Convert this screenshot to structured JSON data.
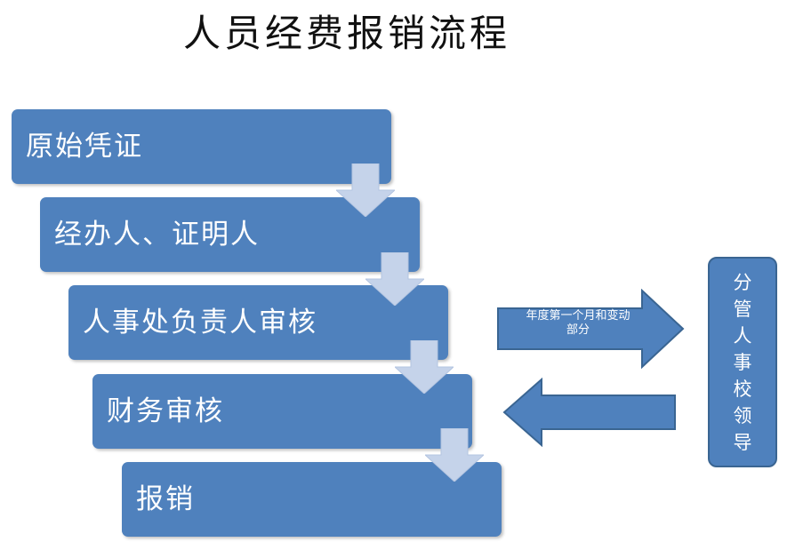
{
  "title": "人员经费报销流程",
  "steps": [
    {
      "label": "原始凭证"
    },
    {
      "label": "经办人、证明人"
    },
    {
      "label": "人事处负责人审核"
    },
    {
      "label": "财务审核"
    },
    {
      "label": "报销"
    }
  ],
  "side_box": {
    "chars": [
      "分",
      "管",
      "人",
      "事",
      "校",
      "领",
      "导"
    ]
  },
  "right_arrow": {
    "label_line1": "年度第一个月和变动",
    "label_line2": "部分"
  },
  "colors": {
    "box_fill": "#4f81bd",
    "box_border": "#3a6592",
    "chevron_fill": "#c5d3ea",
    "text": "#ffffff",
    "title": "#111111"
  }
}
